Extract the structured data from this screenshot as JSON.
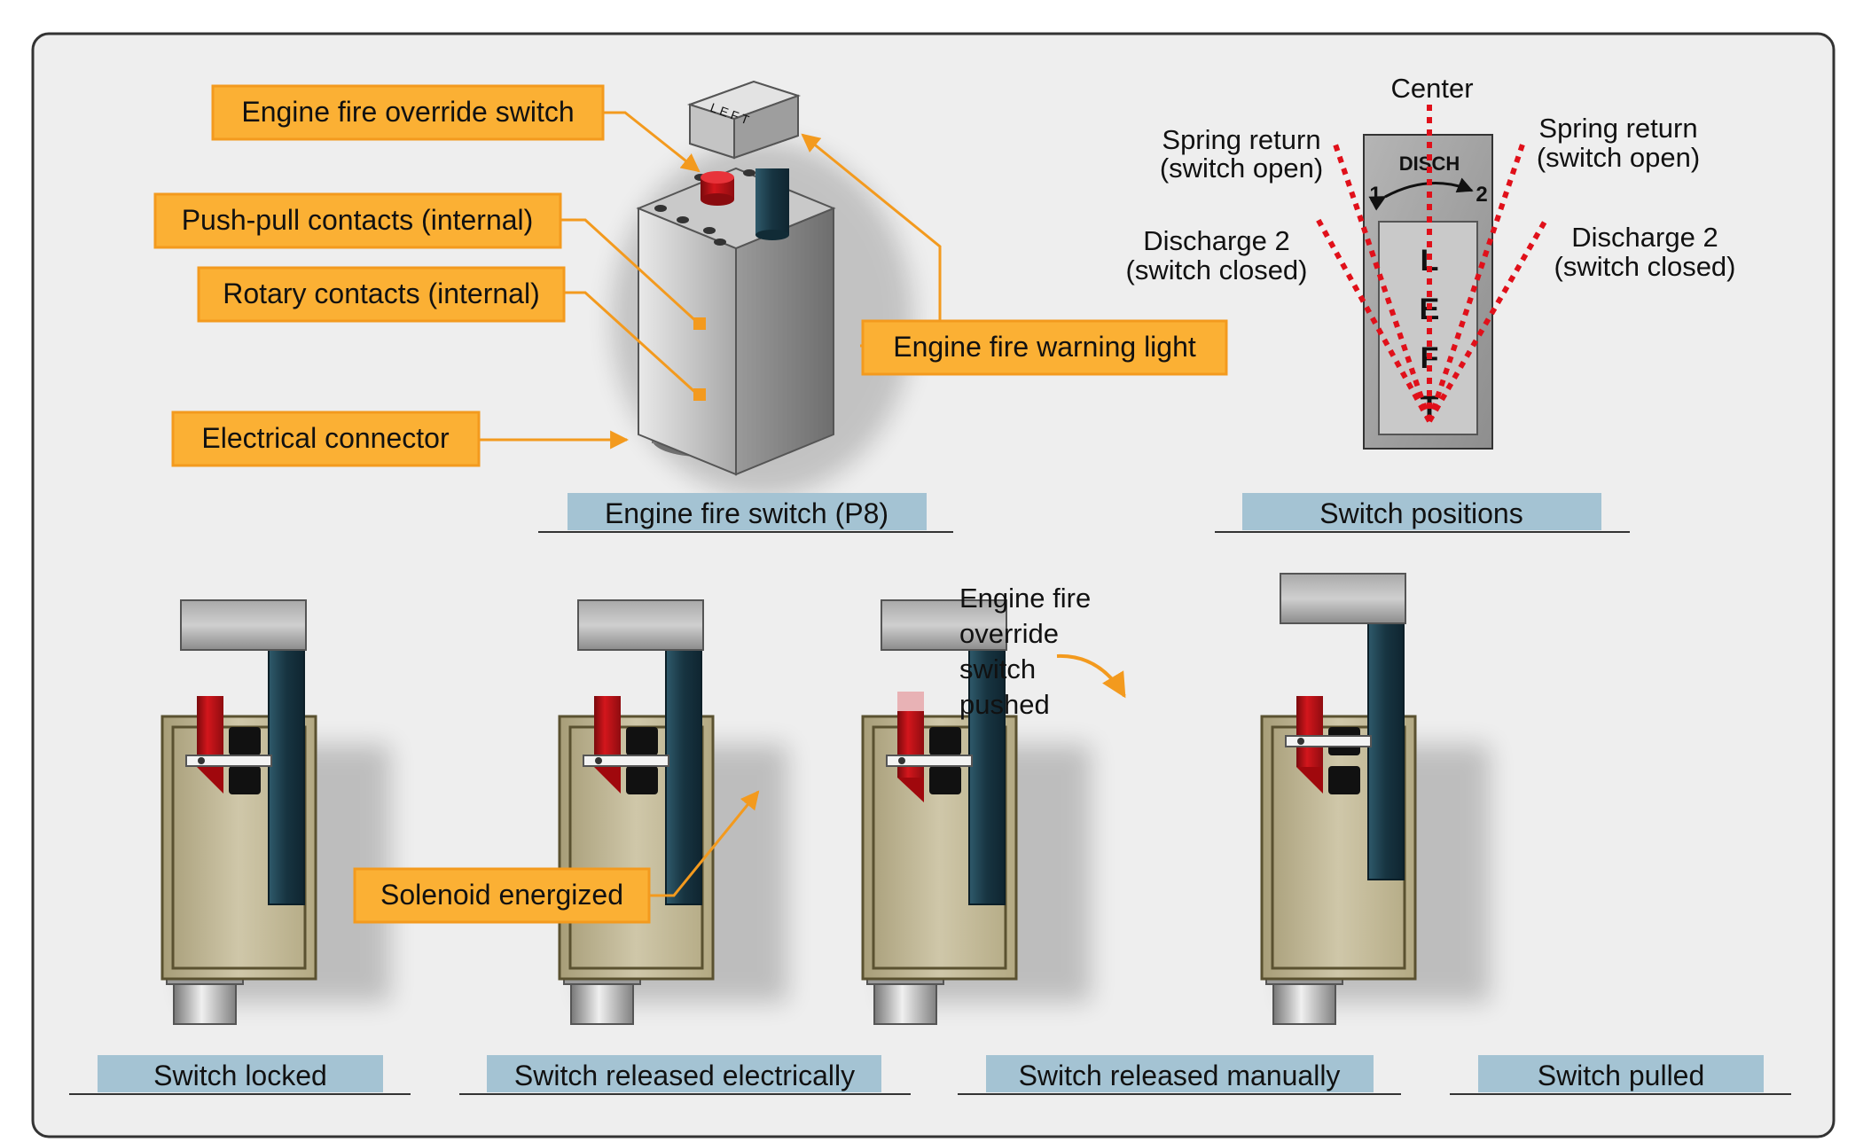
{
  "callouts": {
    "override_switch": "Engine fire override switch",
    "push_pull": "Push-pull contacts (internal)",
    "rotary": "Rotary contacts (internal)",
    "connector": "Electrical connector",
    "warning_light": "Engine fire warning light",
    "solenoid": "Solenoid energized"
  },
  "captions": {
    "engine_fire_switch": "Engine fire switch (P8)",
    "switch_positions": "Switch positions",
    "locked": "Switch locked",
    "released_electrically": "Switch released electrically",
    "released_manually": "Switch released manually",
    "pulled": "Switch pulled"
  },
  "positions": {
    "center": "Center",
    "spring_left_1": "Spring return",
    "spring_left_2": "(switch open)",
    "spring_right_1": "Spring return",
    "spring_right_2": "(switch open)",
    "discharge_left_1": "Discharge 2",
    "discharge_left_2": "(switch closed)",
    "discharge_right_1": "Discharge 2",
    "discharge_right_2": "(switch closed)",
    "disch": "DISCH",
    "pos1": "1",
    "pos2": "2",
    "handle_letters": [
      "L",
      "E",
      "F",
      "T"
    ]
  },
  "manual_note": [
    "Engine fire",
    "override",
    "switch",
    "pushed"
  ],
  "colors": {
    "callout_fill": "#FBB034",
    "caption_fill": "#A4C3D3",
    "leader": "#F39A1E",
    "dotted_red": "#E0101A",
    "housing": "#B9AE8E",
    "shaft": "#1F3E4C"
  }
}
